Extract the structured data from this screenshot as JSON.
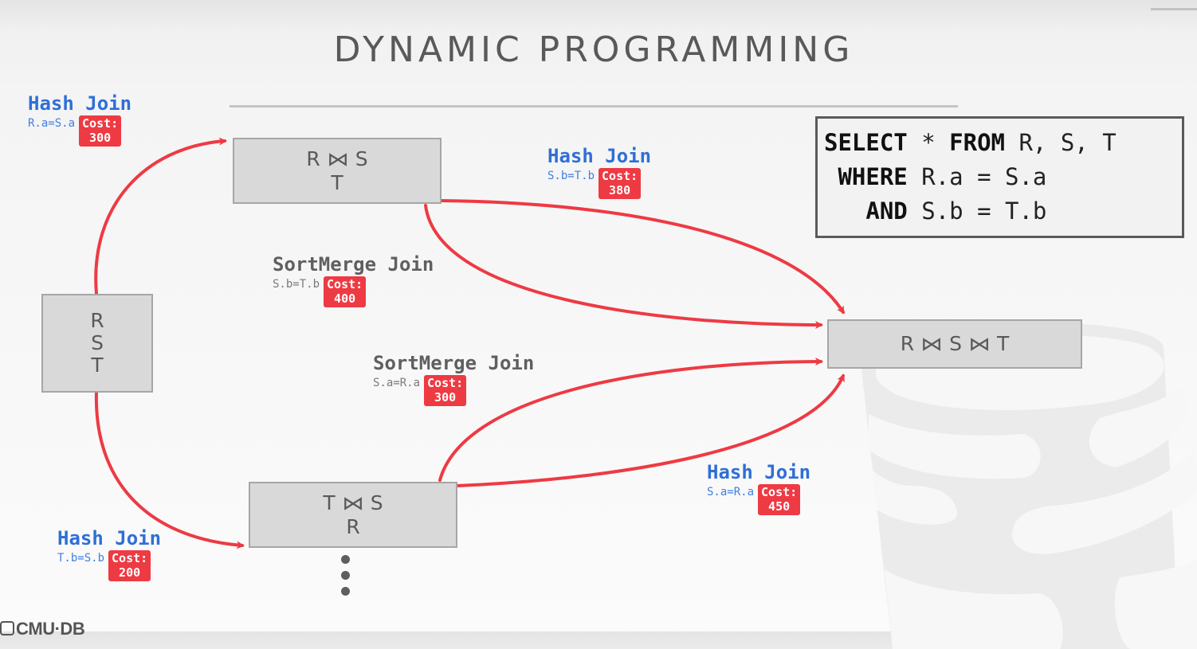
{
  "slide": {
    "title": "DYNAMIC PROGRAMMING",
    "footer_logo": "CMU·DB"
  },
  "colors": {
    "edge": "#ee3a43",
    "cost_badge": "#ee3a43",
    "hash_join_text": "#2f6fd6",
    "sortmerge_text": "#5f5f5f",
    "node_fill": "#d9d9d9",
    "node_border": "#a6a6a6"
  },
  "query": {
    "lines": [
      {
        "kw1": "SELECT",
        "t1": " * ",
        "kw2": "FROM",
        "t2": " R, S, T",
        "indent": ""
      },
      {
        "kw1": "WHERE",
        "t1": " R.a = S.a",
        "indent": " "
      },
      {
        "kw1": "AND",
        "t1": " S.b = T.b",
        "indent": "   "
      }
    ]
  },
  "nodes": {
    "start": {
      "lines": [
        "R",
        "S",
        "T"
      ]
    },
    "rs_t": {
      "left": "R",
      "op": "⋈",
      "right": "S",
      "rest": "T"
    },
    "ts_r": {
      "left": "T",
      "op": "⋈",
      "right": "S",
      "rest": "R"
    },
    "final": {
      "a": "R",
      "op1": "⋈",
      "b": "S",
      "op2": "⋈",
      "c": "T"
    },
    "more_indicator": "vertical-ellipsis"
  },
  "edges": [
    {
      "id": "start-to-rs",
      "from": "start",
      "to": "rs_t",
      "algorithm": "Hash Join",
      "predicate": "R.a=S.a",
      "cost_label": "Cost:",
      "cost": "300",
      "style": "blue"
    },
    {
      "id": "rs-to-final-hash",
      "from": "rs_t",
      "to": "final",
      "algorithm": "Hash Join",
      "predicate": "S.b=T.b",
      "cost_label": "Cost:",
      "cost": "380",
      "style": "blue"
    },
    {
      "id": "rs-to-final-sortmerge",
      "from": "rs_t",
      "to": "final",
      "algorithm": "SortMerge Join",
      "predicate": "S.b=T.b",
      "cost_label": "Cost:",
      "cost": "400",
      "style": "gray"
    },
    {
      "id": "ts-to-final-sortmerge",
      "from": "ts_r",
      "to": "final",
      "algorithm": "SortMerge Join",
      "predicate": "S.a=R.a",
      "cost_label": "Cost:",
      "cost": "300",
      "style": "gray"
    },
    {
      "id": "ts-to-final-hash",
      "from": "ts_r",
      "to": "final",
      "algorithm": "Hash Join",
      "predicate": "S.a=R.a",
      "cost_label": "Cost:",
      "cost": "450",
      "style": "blue"
    },
    {
      "id": "start-to-ts",
      "from": "start",
      "to": "ts_r",
      "algorithm": "Hash Join",
      "predicate": "T.b=S.b",
      "cost_label": "Cost:",
      "cost": "200",
      "style": "blue"
    }
  ]
}
